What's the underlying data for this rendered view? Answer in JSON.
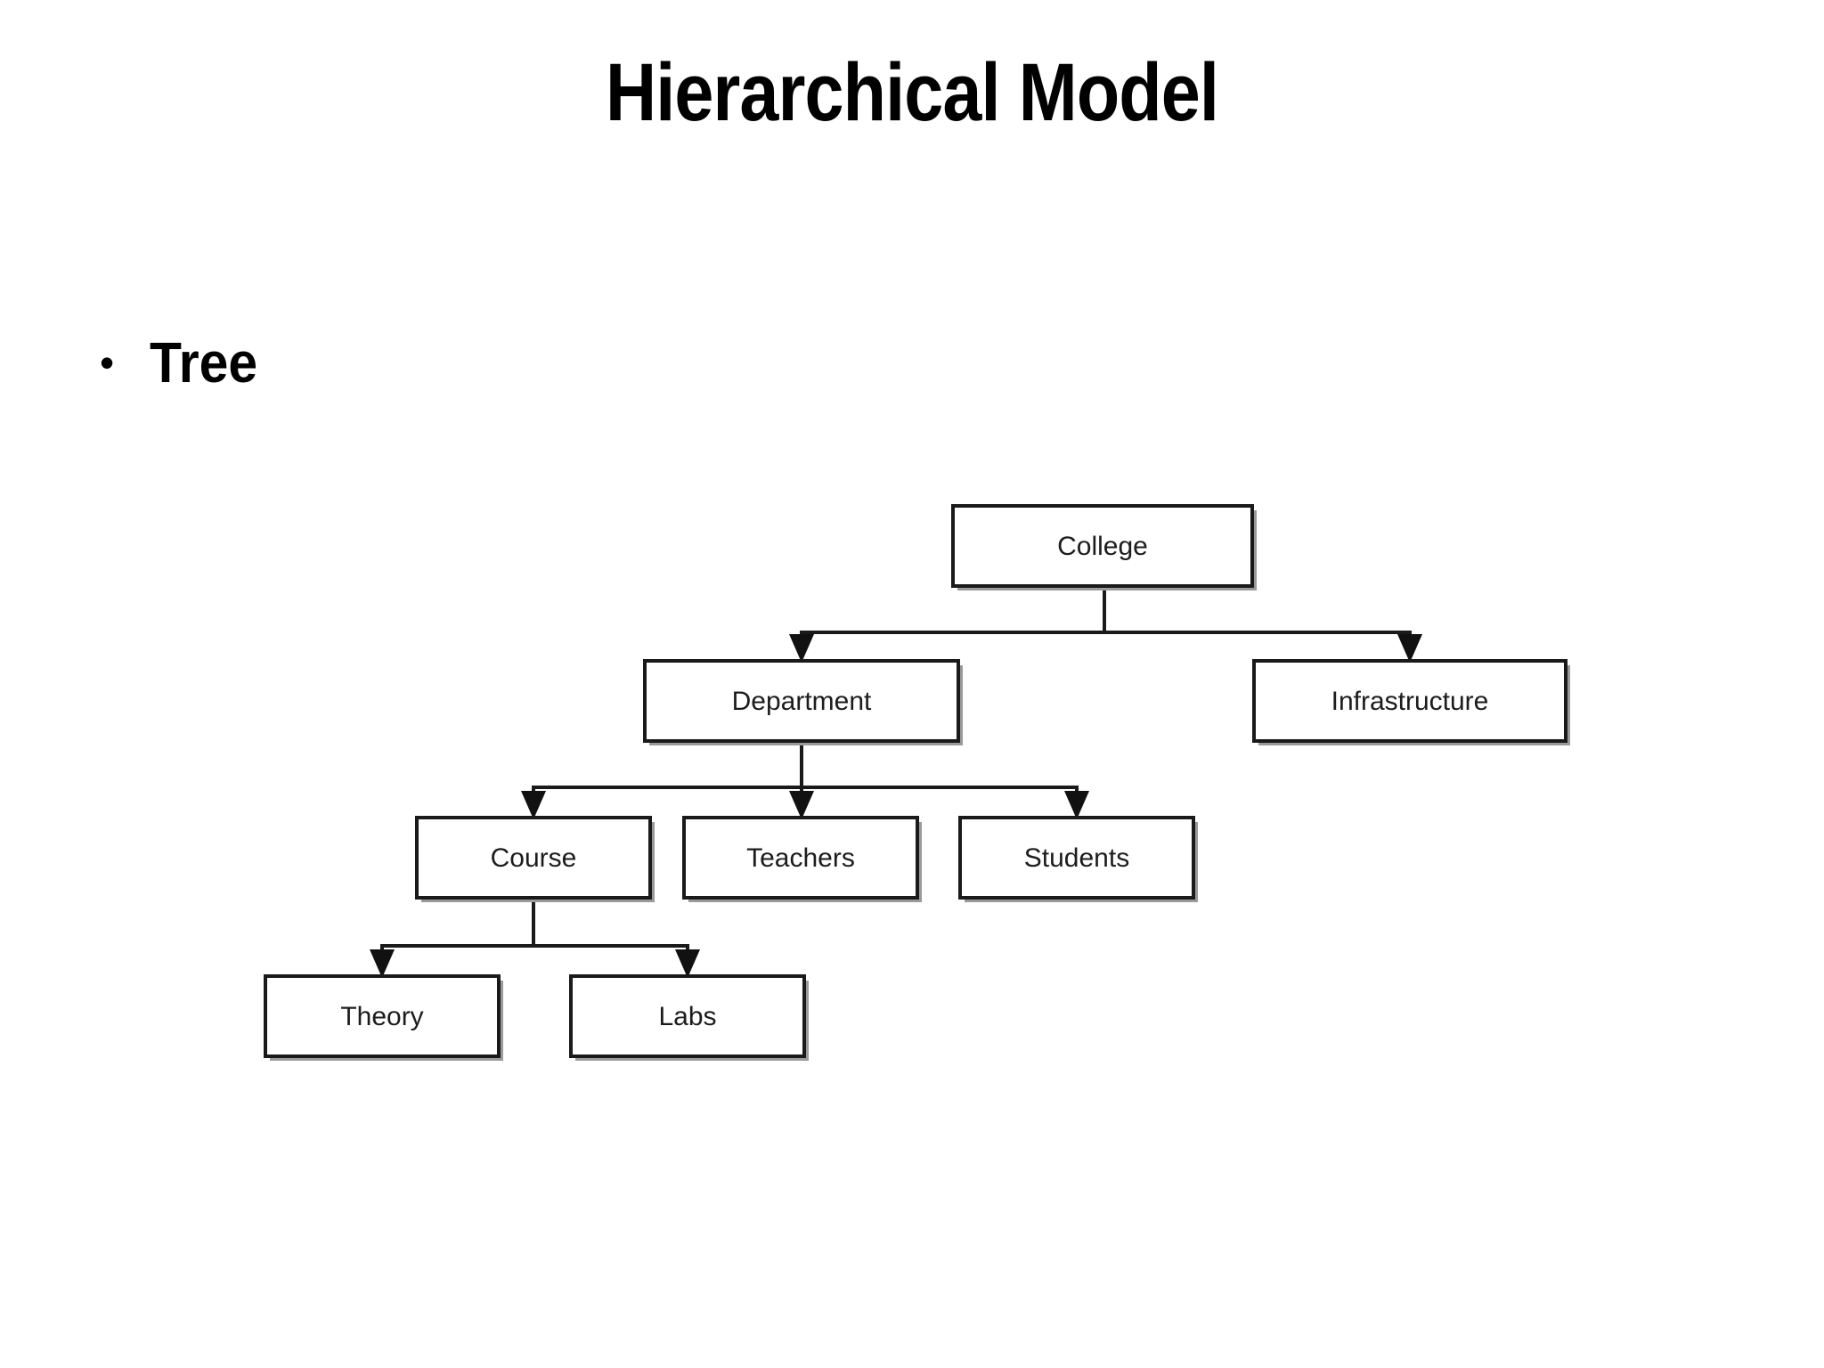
{
  "slide": {
    "title": "Hierarchical Model",
    "background_color": "#ffffff",
    "text_color": "#000000"
  },
  "bullets": [
    {
      "marker": "•",
      "text": "Tree"
    }
  ],
  "diagram": {
    "type": "tree",
    "accent_color": "#1a1a1a",
    "box_fill": "#ffffff",
    "shadow_color": "#9a9a9a",
    "nodes": [
      {
        "id": "college",
        "label": "College",
        "level": 0
      },
      {
        "id": "department",
        "label": "Department",
        "level": 1
      },
      {
        "id": "infrastructure",
        "label": "Infrastructure",
        "level": 1
      },
      {
        "id": "course",
        "label": "Course",
        "level": 2
      },
      {
        "id": "teachers",
        "label": "Teachers",
        "level": 2
      },
      {
        "id": "students",
        "label": "Students",
        "level": 2
      },
      {
        "id": "theory",
        "label": "Theory",
        "level": 3
      },
      {
        "id": "labs",
        "label": "Labs",
        "level": 3
      }
    ],
    "edges": [
      {
        "from": "college",
        "to": "department"
      },
      {
        "from": "college",
        "to": "infrastructure"
      },
      {
        "from": "department",
        "to": "course"
      },
      {
        "from": "department",
        "to": "teachers"
      },
      {
        "from": "department",
        "to": "students"
      },
      {
        "from": "course",
        "to": "theory"
      },
      {
        "from": "course",
        "to": "labs"
      }
    ]
  }
}
